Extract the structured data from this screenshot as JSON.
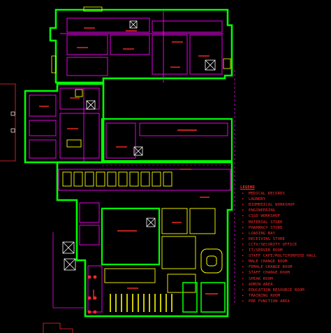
{
  "drawing": {
    "palette": {
      "background": "#000000",
      "wall": "#00ff00",
      "partition": "#ff00ff",
      "fixture": "#ffff00",
      "annotation": "#ff2a2a",
      "outline": "#ffffff"
    }
  },
  "legend": {
    "title": "LEGEND",
    "items": [
      "MEDICAL RECORDS",
      "LAUNDRY",
      "BIOMEDICAL WORKSHOP",
      "ENGINEERING",
      "CSSD WORKSHOP",
      "MATERIAL STORE",
      "PHARMACY STORE",
      "LOADING BAY",
      "RECEIVING STORE",
      "CCTV/SECURITY OFFICE",
      "IT/SERVER ROOM",
      "STAFF CAFE/MULTIPURPOSE HALL",
      "MALE CHANGE ROOM",
      "FEMALE CHANGE ROOM",
      "STAFF CHANGE ROOM",
      "SPEAK ROOM",
      "ADMIN AREA",
      "EDUCATION RESOURCE ROOM",
      "TRAINING ROOM",
      "PRE FUNCTION AREA"
    ]
  }
}
